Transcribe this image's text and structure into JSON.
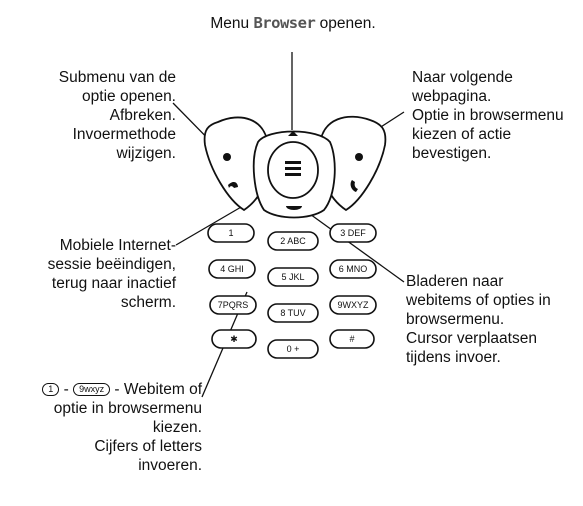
{
  "callouts": {
    "top": {
      "prefix": "Menu",
      "keyword": "Browser",
      "suffix": "openen."
    },
    "top_left": [
      "Submenu van de",
      "optie openen.",
      "Afbreken.",
      "Invoermethode",
      "wijzigen."
    ],
    "top_right": [
      "Naar volgende",
      "webpagina.",
      "Optie in browsermenu",
      "kiezen of actie",
      "bevestigen."
    ],
    "mid_left": [
      "Mobiele Internet-",
      "sessie beëindigen,",
      "terug naar inactief",
      "scherm."
    ],
    "mid_right": [
      "Bladeren naar",
      "webitems of opties in",
      "browsermenu.",
      "Cursor verplaatsen",
      "tijdens invoer."
    ],
    "bottom_left": {
      "key_from": "1",
      "separator": "-",
      "key_to": "9wxyz",
      "first_line_tail": "- Webitem of",
      "lines": [
        "optie in browsermenu",
        "kiezen.",
        "Cijfers of letters",
        "invoeren."
      ]
    }
  },
  "keypad": {
    "keys": [
      [
        "1",
        "2 ABC",
        "3 DEF"
      ],
      [
        "4 GHI",
        "5 JKL",
        "6 MNO"
      ],
      [
        "7PQRS",
        "8 TUV",
        "9WXYZ"
      ],
      [
        "✱",
        "0 +",
        "#"
      ]
    ]
  }
}
